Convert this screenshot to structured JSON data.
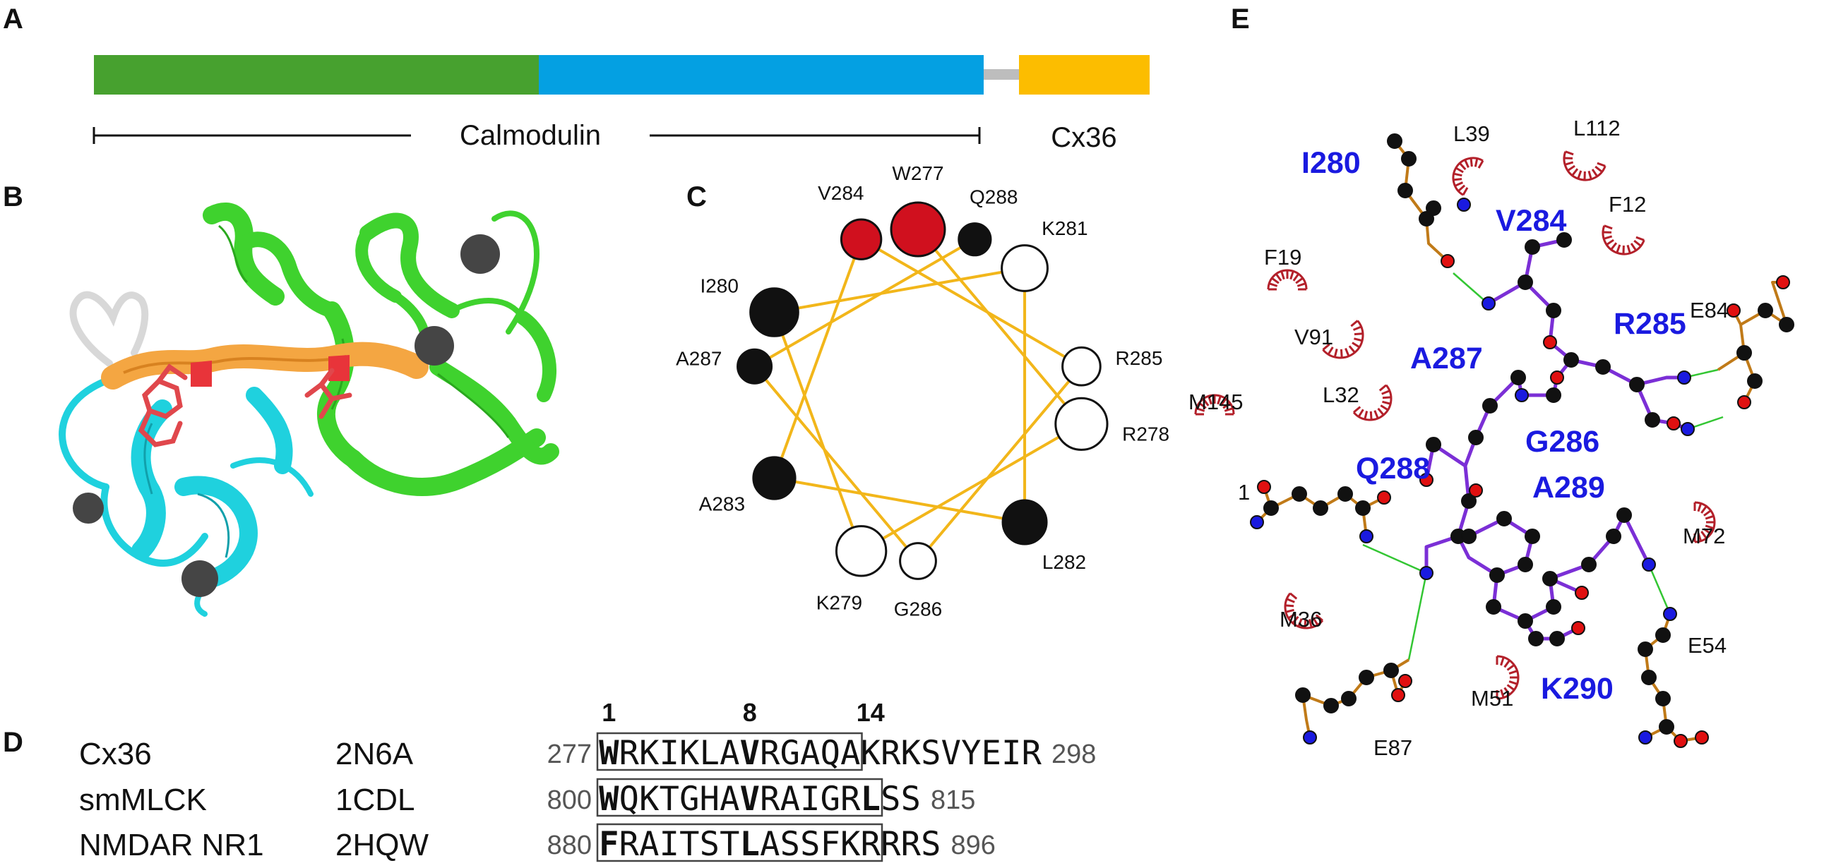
{
  "panels": {
    "A": "A",
    "B": "B",
    "C": "C",
    "D": "D",
    "E": "E"
  },
  "panel_a": {
    "domains": [
      {
        "color": "#47a12f"
      },
      {
        "color": "#04a0e2"
      },
      {
        "color": "#bdbdbd"
      },
      {
        "color": "#fcbd00"
      }
    ],
    "calmodulin_label": "Calmodulin",
    "cx36_label": "Cx36"
  },
  "panel_c": {
    "residues": [
      {
        "label": "W277",
        "fill": "red"
      },
      {
        "label": "R278",
        "fill": "white"
      },
      {
        "label": "K279",
        "fill": "white"
      },
      {
        "label": "I280",
        "fill": "black"
      },
      {
        "label": "K281",
        "fill": "white"
      },
      {
        "label": "L282",
        "fill": "black"
      },
      {
        "label": "A283",
        "fill": "black"
      },
      {
        "label": "V284",
        "fill": "red"
      },
      {
        "label": "R285",
        "fill": "white"
      },
      {
        "label": "G286",
        "fill": "white"
      },
      {
        "label": "A287",
        "fill": "black"
      },
      {
        "label": "Q288",
        "fill": "black"
      }
    ],
    "colors": {
      "red": "#d0101e",
      "black": "#111111",
      "white": "#ffffff",
      "wheel_line": "#f2b61a"
    }
  },
  "panel_d": {
    "positions": [
      "1",
      "8",
      "14"
    ],
    "rows": [
      {
        "name": "Cx36",
        "pdb": "2N6A",
        "start": "277",
        "end": "298",
        "seq": "WRKIKLAVRGAQAKRKSVYEIR",
        "red": [
          0,
          7
        ],
        "box_len": 13
      },
      {
        "name": "smMLCK",
        "pdb": "1CDL",
        "start": "800",
        "end": "815",
        "seq": "WQKTGHAVRAIGRLSS",
        "red": [
          0,
          7,
          13
        ],
        "box_len": 14
      },
      {
        "name": "NMDAR NR1",
        "pdb": "2HQW",
        "start": "880",
        "end": "896",
        "seq": "FRAITSTLASSFKRRRS",
        "red": [
          0,
          7
        ],
        "box_len": 14
      }
    ],
    "red_color": "#c8102e"
  },
  "panel_e": {
    "peptide_residues": [
      "I280",
      "V284",
      "R285",
      "A287",
      "G286",
      "Q288",
      "A289",
      "K290"
    ],
    "cam_residues": [
      "L39",
      "L112",
      "F12",
      "F19",
      "V91",
      "E84",
      "M145",
      "L32",
      "1",
      "M72",
      "M36",
      "E54",
      "E87",
      "M51"
    ],
    "colors": {
      "peptide_text": "#1a1ae0",
      "peptide_bond": "#7b2fd6",
      "cam_bond": "#c07a18",
      "hbond": "#33c633",
      "hydrophobic": "#b3202a"
    }
  }
}
